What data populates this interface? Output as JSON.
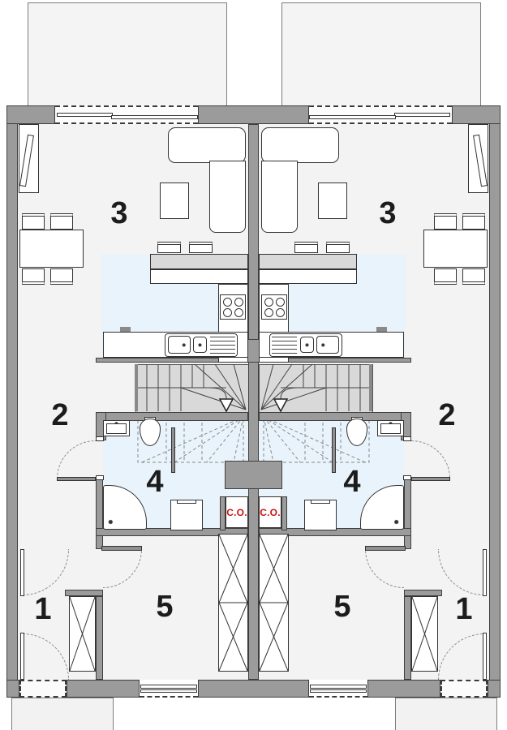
{
  "plan_type": "duplex-floor-plan",
  "colors": {
    "wall": "#9b9b9b",
    "wall_outline": "#3f3f3f",
    "floor": "#f3f3f4",
    "wet_room_floor": "#e8f3fb",
    "stairs": "#d9d9d9",
    "terrace": "#f4f4f4",
    "boiler_label_color": "#cc1111",
    "furniture": "#ffffff"
  },
  "units": {
    "left": {
      "rooms": {
        "entry": "1",
        "hall": "2",
        "living": "3",
        "bathroom": "4",
        "bedroom": "5"
      },
      "boiler": "C.O."
    },
    "right": {
      "rooms": {
        "entry": "1",
        "hall": "2",
        "living": "3",
        "bathroom": "4",
        "bedroom": "5"
      },
      "boiler": "C.O."
    }
  }
}
